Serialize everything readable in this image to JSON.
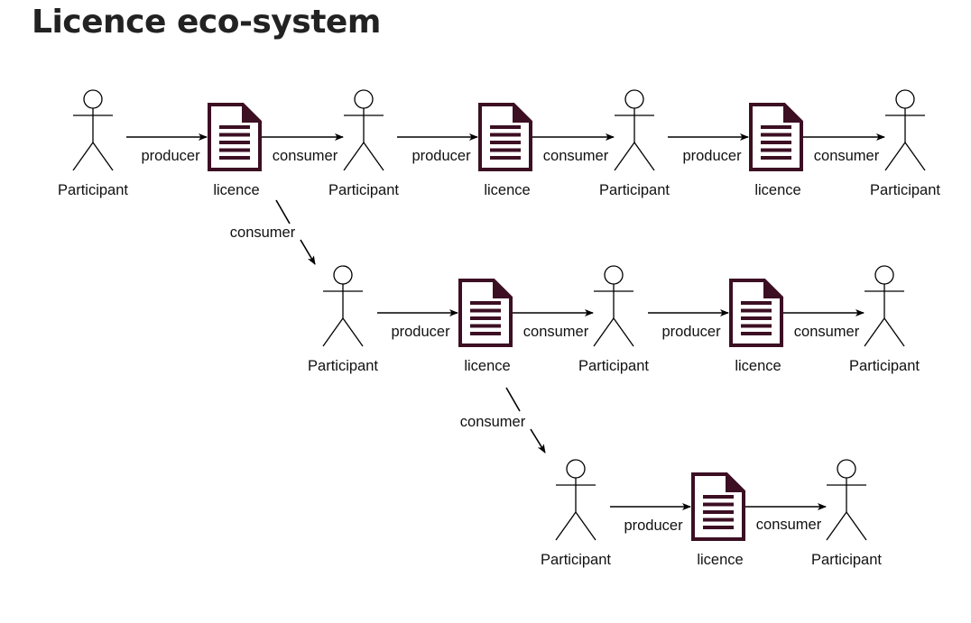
{
  "title": "Licence eco-system",
  "labels": {
    "participant": "Participant",
    "licence": "licence",
    "producer": "producer",
    "consumer": "consumer"
  },
  "colors": {
    "document": "#3c0f23",
    "lines": "#000000"
  },
  "icons": [
    "stick-figure-icon",
    "document-icon"
  ]
}
